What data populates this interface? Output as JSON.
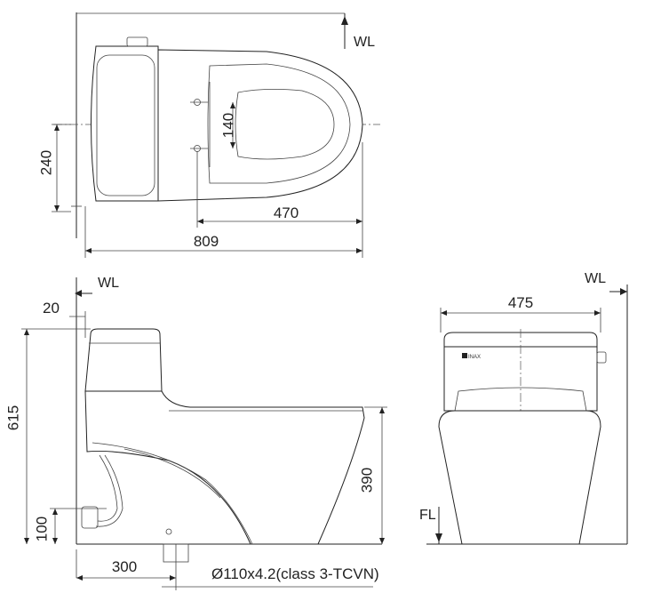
{
  "top_view": {
    "wall_label": "WL",
    "dim_width": "240",
    "dim_seat_holes": "140",
    "dim_hole_offset": "470",
    "dim_length": "809"
  },
  "side_view": {
    "wall_label": "WL",
    "tank_label": "WL",
    "dim_wall_gap": "20",
    "dim_height": "615",
    "dim_seat_height": "390",
    "dim_inlet_height": "100",
    "dim_outlet_distance": "300",
    "pipe_spec": "Ø110x4.2(class 3-TCVN)"
  },
  "front_view": {
    "wall_label": "WL",
    "floor_label": "FL",
    "dim_width": "475",
    "brand": "INAX"
  }
}
